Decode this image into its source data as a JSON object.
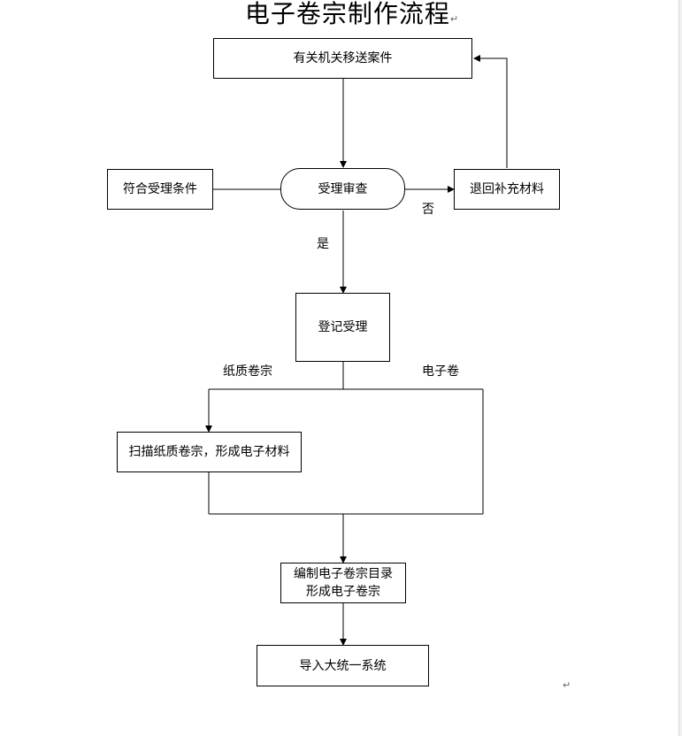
{
  "title": "电子卷宗制作流程",
  "para_mark": "↵",
  "nodes": {
    "transfer": "有关机关移送案件",
    "review": "受理审查",
    "meets": "符合受理条件",
    "return": "退回补充材料",
    "register": "登记受理",
    "scan": "扫描纸质卷宗，形成电子材料",
    "catalog_line1": "编制电子卷宗目录",
    "catalog_line2": "形成电子卷宗",
    "import": "导入大统一系统"
  },
  "labels": {
    "no": "否",
    "yes": "是",
    "paper": "纸质卷宗",
    "electronic": "电子卷"
  }
}
